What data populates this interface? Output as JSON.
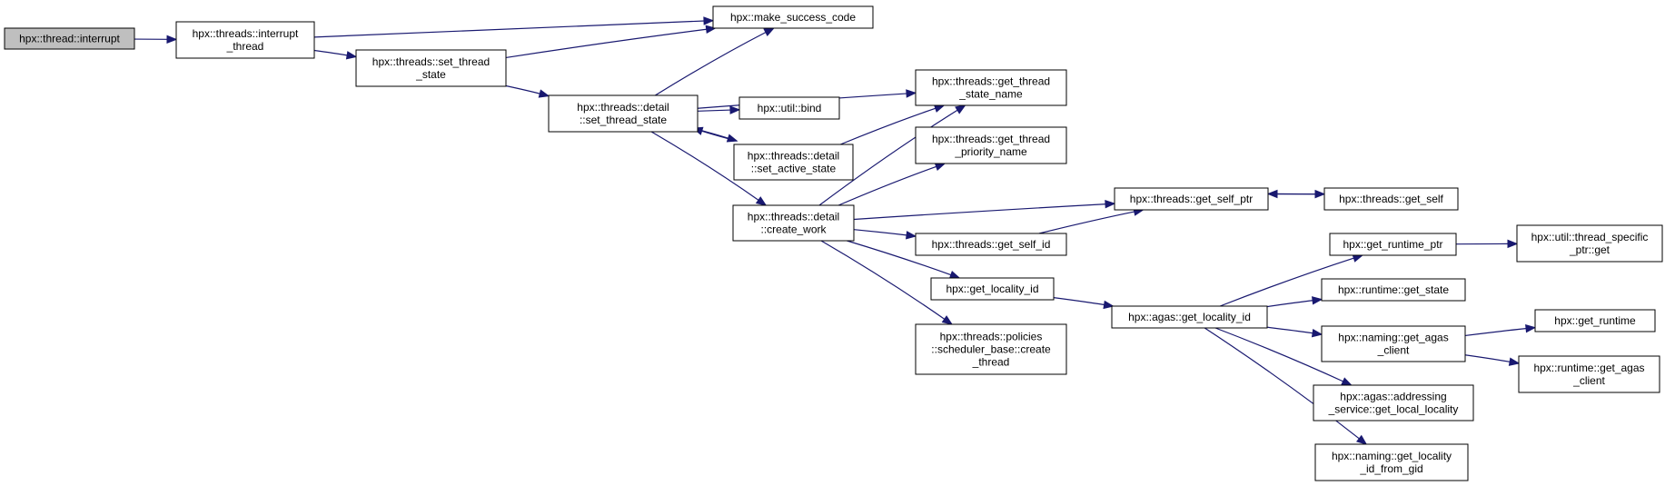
{
  "colors": {
    "edge": "#191970",
    "node_border": "#000000",
    "root_fill": "#bfbfbf",
    "node_fill": "#ffffff",
    "background": "#ffffff"
  },
  "nodes": [
    {
      "id": "n0",
      "lines": [
        "hpx::thread::interrupt"
      ],
      "root": true
    },
    {
      "id": "n1",
      "lines": [
        "hpx::threads::interrupt",
        "_thread"
      ]
    },
    {
      "id": "n2",
      "lines": [
        "hpx::make_success_code"
      ]
    },
    {
      "id": "n3",
      "lines": [
        "hpx::threads::set_thread",
        "_state"
      ]
    },
    {
      "id": "n4",
      "lines": [
        "hpx::threads::detail",
        "::set_thread_state"
      ]
    },
    {
      "id": "n5",
      "lines": [
        "hpx::threads::get_thread",
        "_state_name"
      ]
    },
    {
      "id": "n6",
      "lines": [
        "hpx::util::bind"
      ]
    },
    {
      "id": "n7",
      "lines": [
        "hpx::threads::detail",
        "::set_active_state"
      ]
    },
    {
      "id": "n8",
      "lines": [
        "hpx::threads::detail",
        "::create_work"
      ]
    },
    {
      "id": "n9",
      "lines": [
        "hpx::threads::get_thread",
        "_priority_name"
      ]
    },
    {
      "id": "n10",
      "lines": [
        "hpx::threads::get_self_ptr"
      ]
    },
    {
      "id": "n11",
      "lines": [
        "hpx::threads::get_self"
      ]
    },
    {
      "id": "n12",
      "lines": [
        "hpx::threads::get_self_id"
      ]
    },
    {
      "id": "n13",
      "lines": [
        "hpx::get_locality_id"
      ]
    },
    {
      "id": "n14",
      "lines": [
        "hpx::threads::policies",
        "::scheduler_base::create",
        "_thread"
      ]
    },
    {
      "id": "n15",
      "lines": [
        "hpx::agas::get_locality_id"
      ]
    },
    {
      "id": "n16",
      "lines": [
        "hpx::get_runtime_ptr"
      ]
    },
    {
      "id": "n17",
      "lines": [
        "hpx::util::thread_specific",
        "_ptr::get"
      ]
    },
    {
      "id": "n18",
      "lines": [
        "hpx::runtime::get_state"
      ]
    },
    {
      "id": "n19",
      "lines": [
        "hpx::naming::get_agas",
        "_client"
      ]
    },
    {
      "id": "n20",
      "lines": [
        "hpx::get_runtime"
      ]
    },
    {
      "id": "n21",
      "lines": [
        "hpx::runtime::get_agas",
        "_client"
      ]
    },
    {
      "id": "n22",
      "lines": [
        "hpx::agas::addressing",
        "_service::get_local_locality"
      ]
    },
    {
      "id": "n23",
      "lines": [
        "hpx::naming::get_locality",
        "_id_from_gid"
      ]
    }
  ],
  "edges": [
    [
      "n0",
      "n1"
    ],
    [
      "n1",
      "n2"
    ],
    [
      "n1",
      "n3"
    ],
    [
      "n3",
      "n2"
    ],
    [
      "n3",
      "n4"
    ],
    [
      "n4",
      "n2"
    ],
    [
      "n4",
      "n5"
    ],
    [
      "n4",
      "n6"
    ],
    [
      "n4",
      "n7"
    ],
    [
      "n4",
      "n8"
    ],
    [
      "n7",
      "n4"
    ],
    [
      "n7",
      "n5"
    ],
    [
      "n8",
      "n5"
    ],
    [
      "n8",
      "n9"
    ],
    [
      "n8",
      "n10"
    ],
    [
      "n8",
      "n12"
    ],
    [
      "n8",
      "n13"
    ],
    [
      "n8",
      "n14"
    ],
    [
      "n10",
      "n11"
    ],
    [
      "n11",
      "n10"
    ],
    [
      "n12",
      "n10"
    ],
    [
      "n13",
      "n15"
    ],
    [
      "n15",
      "n16"
    ],
    [
      "n15",
      "n18"
    ],
    [
      "n15",
      "n19"
    ],
    [
      "n15",
      "n22"
    ],
    [
      "n15",
      "n23"
    ],
    [
      "n16",
      "n17"
    ],
    [
      "n19",
      "n20"
    ],
    [
      "n19",
      "n21"
    ]
  ]
}
